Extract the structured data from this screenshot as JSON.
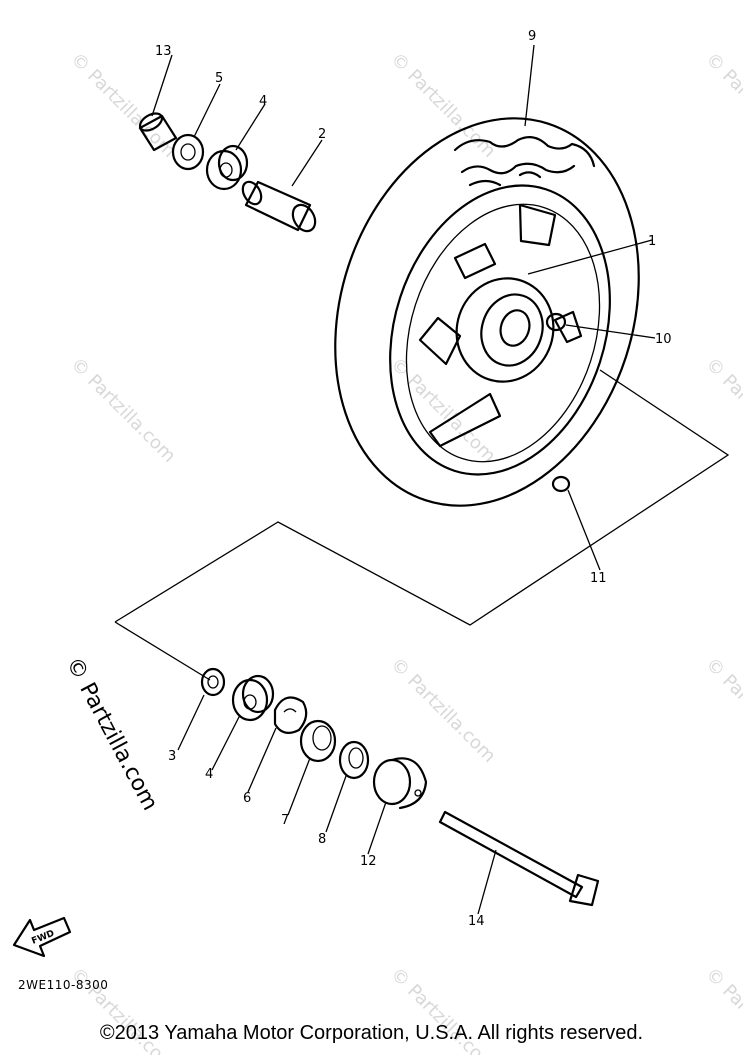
{
  "callouts": {
    "c1": "1",
    "c2": "2",
    "c3": "3",
    "c4a": "4",
    "c4b": "4",
    "c5": "5",
    "c6": "6",
    "c7": "7",
    "c8": "8",
    "c9": "9",
    "c10": "10",
    "c11": "11",
    "c12": "12",
    "c13": "13",
    "c14": "14"
  },
  "fwd_label": "FWD",
  "drawing_code": "2WE110-8300",
  "watermark": "© Partzilla.com",
  "copyright": "©2013 Yamaha Motor Corporation, U.S.A. All rights reserved."
}
